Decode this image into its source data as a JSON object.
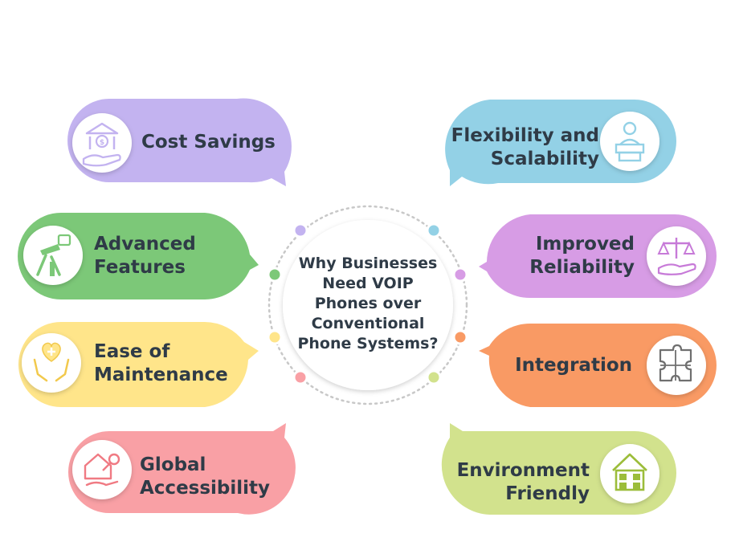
{
  "center": {
    "title_lines": [
      "Why Businesses",
      "Need VOIP",
      "Phones over",
      "Conventional",
      "Phone Systems?"
    ]
  },
  "items": [
    {
      "lines": [
        "Cost Savings"
      ],
      "color": "#c3b3f0",
      "icon": "bank-hand-icon",
      "side": "left"
    },
    {
      "lines": [
        "Advanced",
        "Features"
      ],
      "color": "#7cc878",
      "icon": "tools-icon",
      "side": "left"
    },
    {
      "lines": [
        "Ease of",
        "Maintenance"
      ],
      "color": "#ffe58a",
      "icon": "care-hands-icon",
      "side": "left"
    },
    {
      "lines": [
        "Global",
        "Accessibility"
      ],
      "color": "#f9a0a5",
      "icon": "home-key-icon",
      "side": "left"
    },
    {
      "lines": [
        "Flexibility and",
        "Scalability"
      ],
      "color": "#93d1e6",
      "icon": "receptionist-icon",
      "side": "right"
    },
    {
      "lines": [
        "Improved",
        "Reliability"
      ],
      "color": "#d79ce5",
      "icon": "scale-hand-icon",
      "side": "right"
    },
    {
      "lines": [
        "Integration"
      ],
      "color": "#f99a64",
      "icon": "puzzle-icon",
      "side": "right"
    },
    {
      "lines": [
        "Environment",
        "Friendly"
      ],
      "color": "#d2e28d",
      "icon": "eco-house-icon",
      "side": "right"
    }
  ],
  "dot_colors": [
    "#c3b3f0",
    "#7cc878",
    "#ffe58a",
    "#f9a0a5",
    "#93d1e6",
    "#d79ce5",
    "#f99a64",
    "#d2e28d"
  ]
}
